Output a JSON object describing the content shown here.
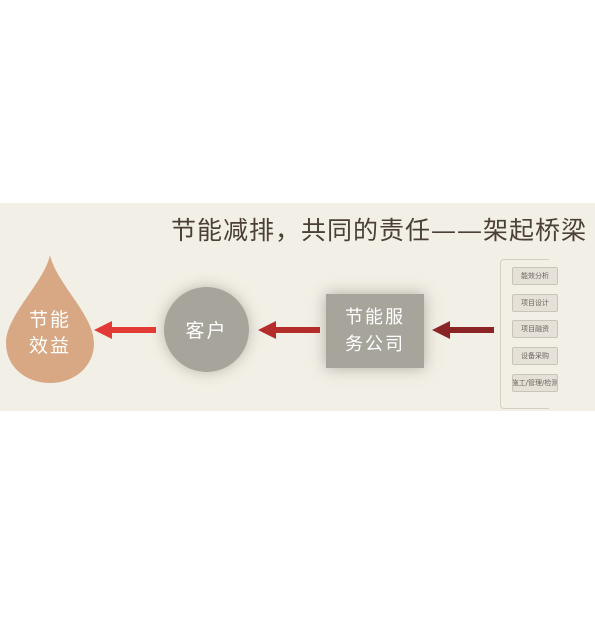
{
  "headline": "节能减排，共同的责任——架起桥梁",
  "tasks": [
    "能效分析",
    "项目设计",
    "项目融资",
    "设备采购",
    "施工/管理/检测"
  ],
  "service_company": {
    "line1": "节能服",
    "line2": "务公司"
  },
  "client": "客户",
  "benefit": {
    "line1": "节能",
    "line2": "效益"
  },
  "colors": {
    "arrow_dark": "#8b2525",
    "arrow_red": "#e23a35",
    "drop": "#d7a883",
    "node": "#a7a49b",
    "background": "#f2efe6"
  }
}
